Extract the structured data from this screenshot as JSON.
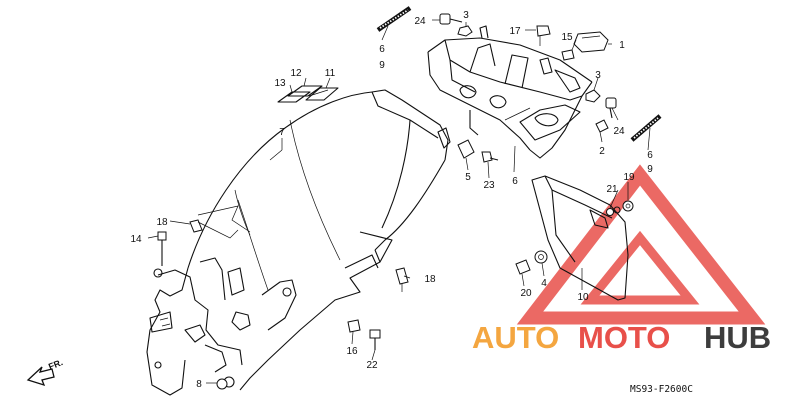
{
  "callouts": [
    {
      "id": "c1",
      "text": "1"
    },
    {
      "id": "c2",
      "text": "2"
    },
    {
      "id": "c3a",
      "text": "3"
    },
    {
      "id": "c3b",
      "text": "3"
    },
    {
      "id": "c4",
      "text": "4"
    },
    {
      "id": "c5",
      "text": "5"
    },
    {
      "id": "c6a",
      "text": "6"
    },
    {
      "id": "c9a",
      "text": "9"
    },
    {
      "id": "c6b",
      "text": "6"
    },
    {
      "id": "c6c",
      "text": "6"
    },
    {
      "id": "c9c",
      "text": "9"
    },
    {
      "id": "c7",
      "text": "7"
    },
    {
      "id": "c8",
      "text": "8"
    },
    {
      "id": "c10",
      "text": "10"
    },
    {
      "id": "c11",
      "text": "11"
    },
    {
      "id": "c12",
      "text": "12"
    },
    {
      "id": "c13",
      "text": "13"
    },
    {
      "id": "c14",
      "text": "14"
    },
    {
      "id": "c15",
      "text": "15"
    },
    {
      "id": "c16",
      "text": "16"
    },
    {
      "id": "c17",
      "text": "17"
    },
    {
      "id": "c18a",
      "text": "18"
    },
    {
      "id": "c18b",
      "text": "18"
    },
    {
      "id": "c19",
      "text": "19"
    },
    {
      "id": "c20",
      "text": "20"
    },
    {
      "id": "c21",
      "text": "21"
    },
    {
      "id": "c22",
      "text": "22"
    },
    {
      "id": "c23",
      "text": "23"
    },
    {
      "id": "c24a",
      "text": "24"
    },
    {
      "id": "c24b",
      "text": "24"
    }
  ],
  "diagram_code": "MS93-F2600C",
  "direction_label": "FR.",
  "watermark": {
    "part1": "AUTO",
    "part2": "MOTO",
    "part3": "HUB",
    "color_accent": "#f4a640",
    "color_red": "#e8504a",
    "color_dark": "#3d3d3d"
  }
}
